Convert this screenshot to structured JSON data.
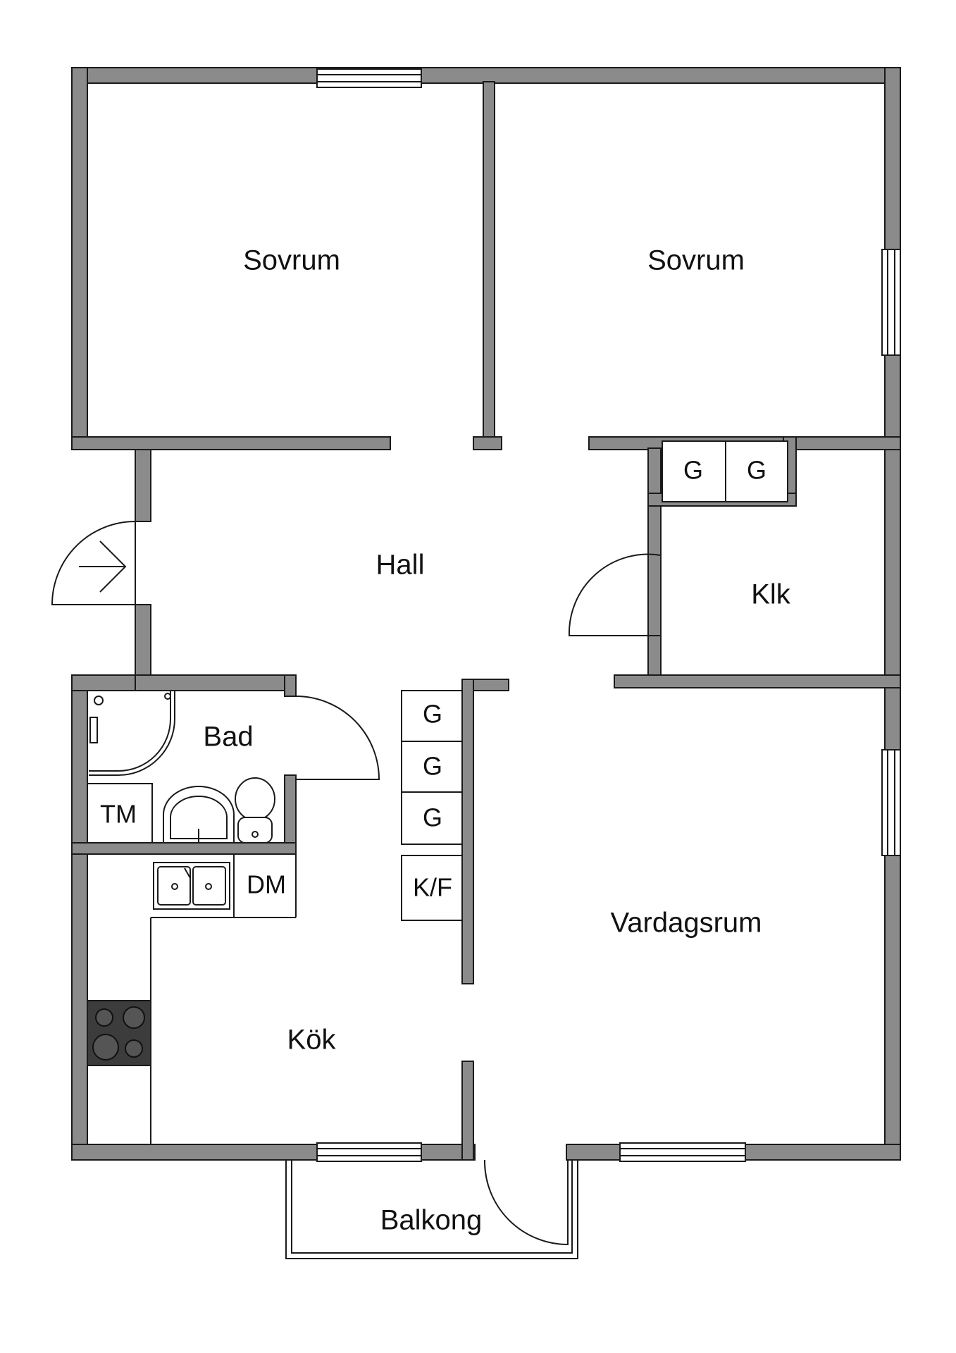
{
  "rooms": {
    "bedroom_left": "Sovrum",
    "bedroom_right": "Sovrum",
    "hall": "Hall",
    "walk_in_closet": "Klk",
    "bathroom": "Bad",
    "living_room": "Vardagsrum",
    "kitchen": "Kök",
    "balcony": "Balkong"
  },
  "fixtures": {
    "closet_1": "G",
    "closet_2": "G",
    "closet_3": "G",
    "closet_4": "G",
    "closet_5": "G",
    "fridge_freezer": "K/F",
    "washing_machine": "TM",
    "dishwasher": "DM"
  },
  "colors": {
    "wall_fill": "#8b8b8b",
    "line": "#1a1a1a",
    "background": "#ffffff"
  }
}
